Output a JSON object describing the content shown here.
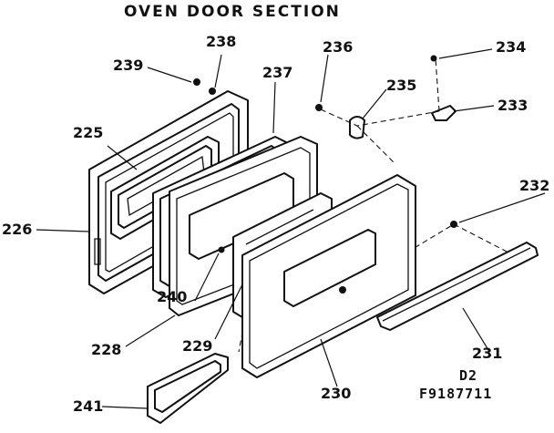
{
  "title": "OVEN DOOR SECTION",
  "labels": {
    "p226": "226",
    "p225": "225",
    "p239": "239",
    "p238": "238",
    "p237": "237",
    "p236": "236",
    "p235": "235",
    "p234": "234",
    "p233": "233",
    "p232": "232",
    "p240": "240",
    "p228": "228",
    "p229": "229",
    "p230": "230",
    "p231": "231",
    "p241": "241"
  },
  "drawing_code": "D2",
  "drawing_number": "F9187711"
}
